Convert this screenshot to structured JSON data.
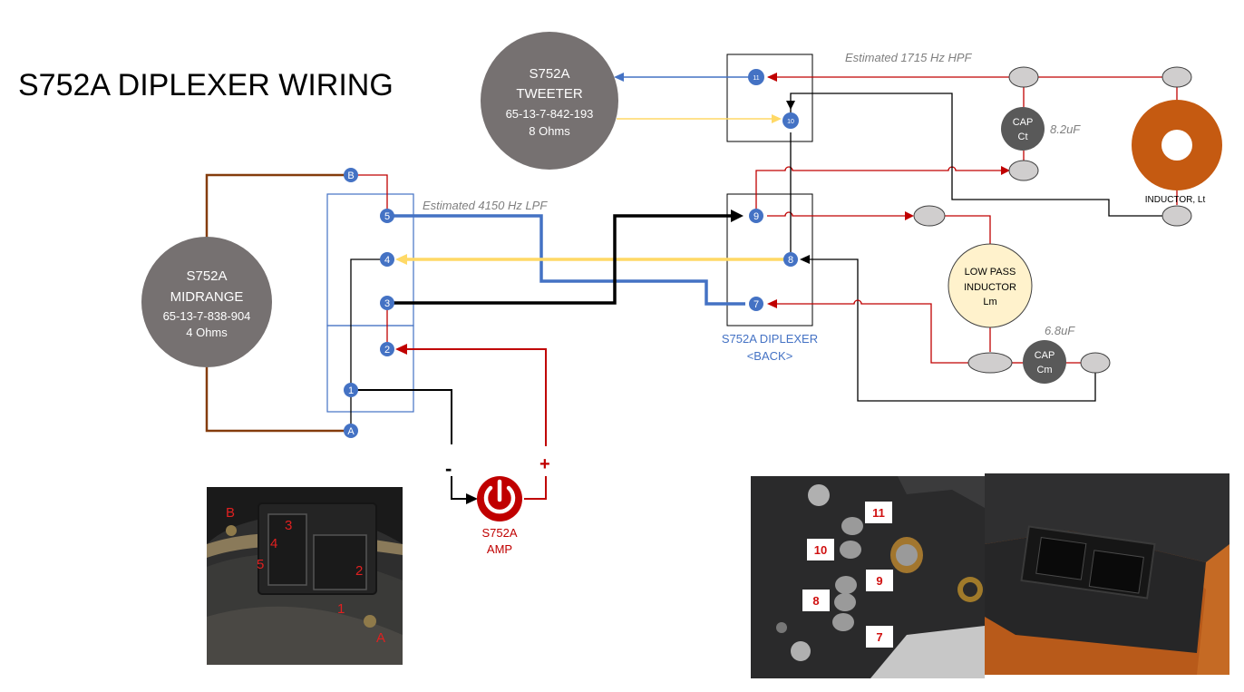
{
  "title": "S752A DIPLEXER WIRING",
  "colors": {
    "red": "#c00000",
    "blue": "#4472c4",
    "yellow": "#ffd966",
    "brown": "#843c0c",
    "black": "#000000",
    "gray_circle": "#767171",
    "dark_cap": "#595959",
    "inductor_orange": "#c55a11",
    "cream": "#fff2cc",
    "oval": "#d0cece",
    "note_gray": "#7f7f7f"
  },
  "tweeter": {
    "name": "S752A",
    "type": "TWEETER",
    "part": "65-13-7-842-193",
    "impedance": "8 Ohms"
  },
  "midrange": {
    "name": "S752A",
    "type": "MIDRANGE",
    "part": "65-13-7-838-904",
    "impedance": "4 Ohms"
  },
  "notes": {
    "hpf": "Estimated 1715 Hz HPF",
    "lpf": "Estimated 4150 Hz LPF"
  },
  "diplexer": {
    "label_line1": "S752A DIPLEXER",
    "label_line2": "<BACK>",
    "pins": [
      "11",
      "10",
      "9",
      "8",
      "7"
    ]
  },
  "connector": {
    "pins": [
      "B",
      "5",
      "4",
      "3",
      "2",
      "1",
      "A"
    ]
  },
  "components": {
    "cap_ct": {
      "line1": "CAP",
      "line2": "Ct",
      "value": "8.2uF"
    },
    "inductor_lt": {
      "label": "INDUCTOR, Lt"
    },
    "inductor_lm": {
      "line1": "LOW PASS",
      "line2": "INDUCTOR",
      "line3": "Lm"
    },
    "cap_cm": {
      "line1": "CAP",
      "line2": "Cm",
      "value": "6.8uF"
    }
  },
  "amp": {
    "line1": "S752A",
    "line2": "AMP",
    "minus": "-",
    "plus": "+"
  },
  "photo_midrange_labels": [
    "B",
    "3",
    "4",
    "5",
    "2",
    "1",
    "A"
  ],
  "photo_diplexer_labels": [
    "11",
    "10",
    "9",
    "8",
    "7"
  ]
}
